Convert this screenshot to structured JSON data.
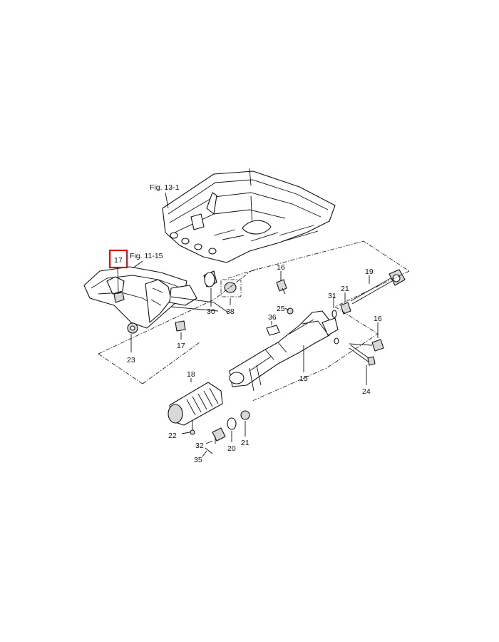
{
  "figure_refs": {
    "fig_13_1": "Fig. 13-1",
    "fig_11_15": "Fig. 11-15"
  },
  "callouts": {
    "c17_highlight": "17",
    "c16_top": "16",
    "c19": "19",
    "c21_top": "21",
    "c31": "31",
    "c25": "25",
    "c36": "36",
    "c16_right": "16",
    "c30": "30",
    "c38": "38",
    "c17_bottom": "17",
    "c23": "23",
    "c15": "15",
    "c24": "24",
    "c18": "18",
    "c22": "22",
    "c32": "32",
    "c20": "20",
    "c21_bottom": "21",
    "c35": "35"
  },
  "highlight": {
    "target": "17",
    "color": "#dd1111"
  }
}
